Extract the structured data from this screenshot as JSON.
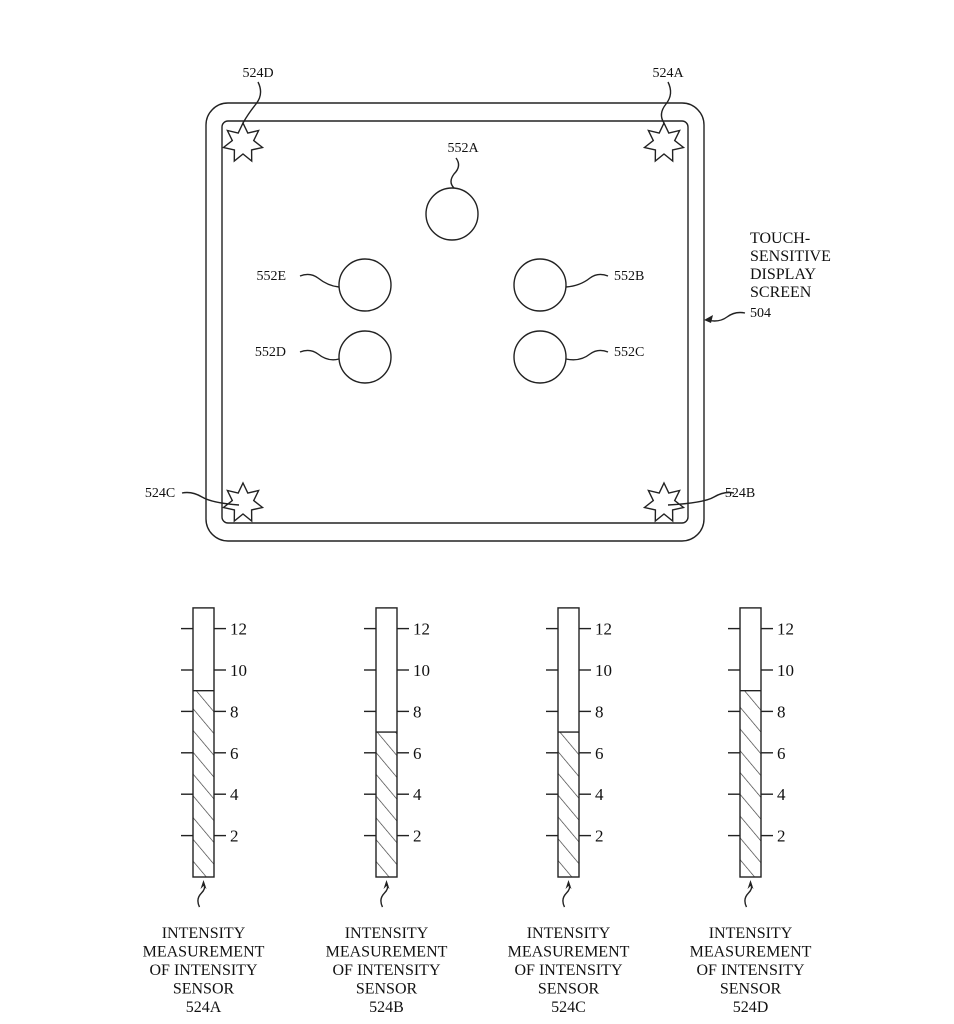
{
  "device": {
    "screen_label_lines": [
      "TOUCH-",
      "SENSITIVE",
      "DISPLAY",
      "SCREEN"
    ],
    "screen_ref": "504",
    "sensors": [
      "524D",
      "524A",
      "524C",
      "524B"
    ],
    "contacts": [
      "552A",
      "552E",
      "552B",
      "552D",
      "552C"
    ]
  },
  "chart_data": {
    "type": "bar",
    "title": "",
    "ylim": [
      0,
      13
    ],
    "yticks": [
      "2",
      "4",
      "6",
      "8",
      "10",
      "12"
    ],
    "bars": [
      {
        "sensor": "524A",
        "value": 9,
        "caption": [
          "INTENSITY",
          "MEASUREMENT",
          "OF INTENSITY",
          "SENSOR",
          "524A"
        ]
      },
      {
        "sensor": "524B",
        "value": 7,
        "caption": [
          "INTENSITY",
          "MEASUREMENT",
          "OF INTENSITY",
          "SENSOR",
          "524B"
        ]
      },
      {
        "sensor": "524C",
        "value": 7,
        "caption": [
          "INTENSITY",
          "MEASUREMENT",
          "OF INTENSITY",
          "SENSOR",
          "524C"
        ]
      },
      {
        "sensor": "524D",
        "value": 9,
        "caption": [
          "INTENSITY",
          "MEASUREMENT",
          "OF INTENSITY",
          "SENSOR",
          "524D"
        ]
      }
    ]
  }
}
